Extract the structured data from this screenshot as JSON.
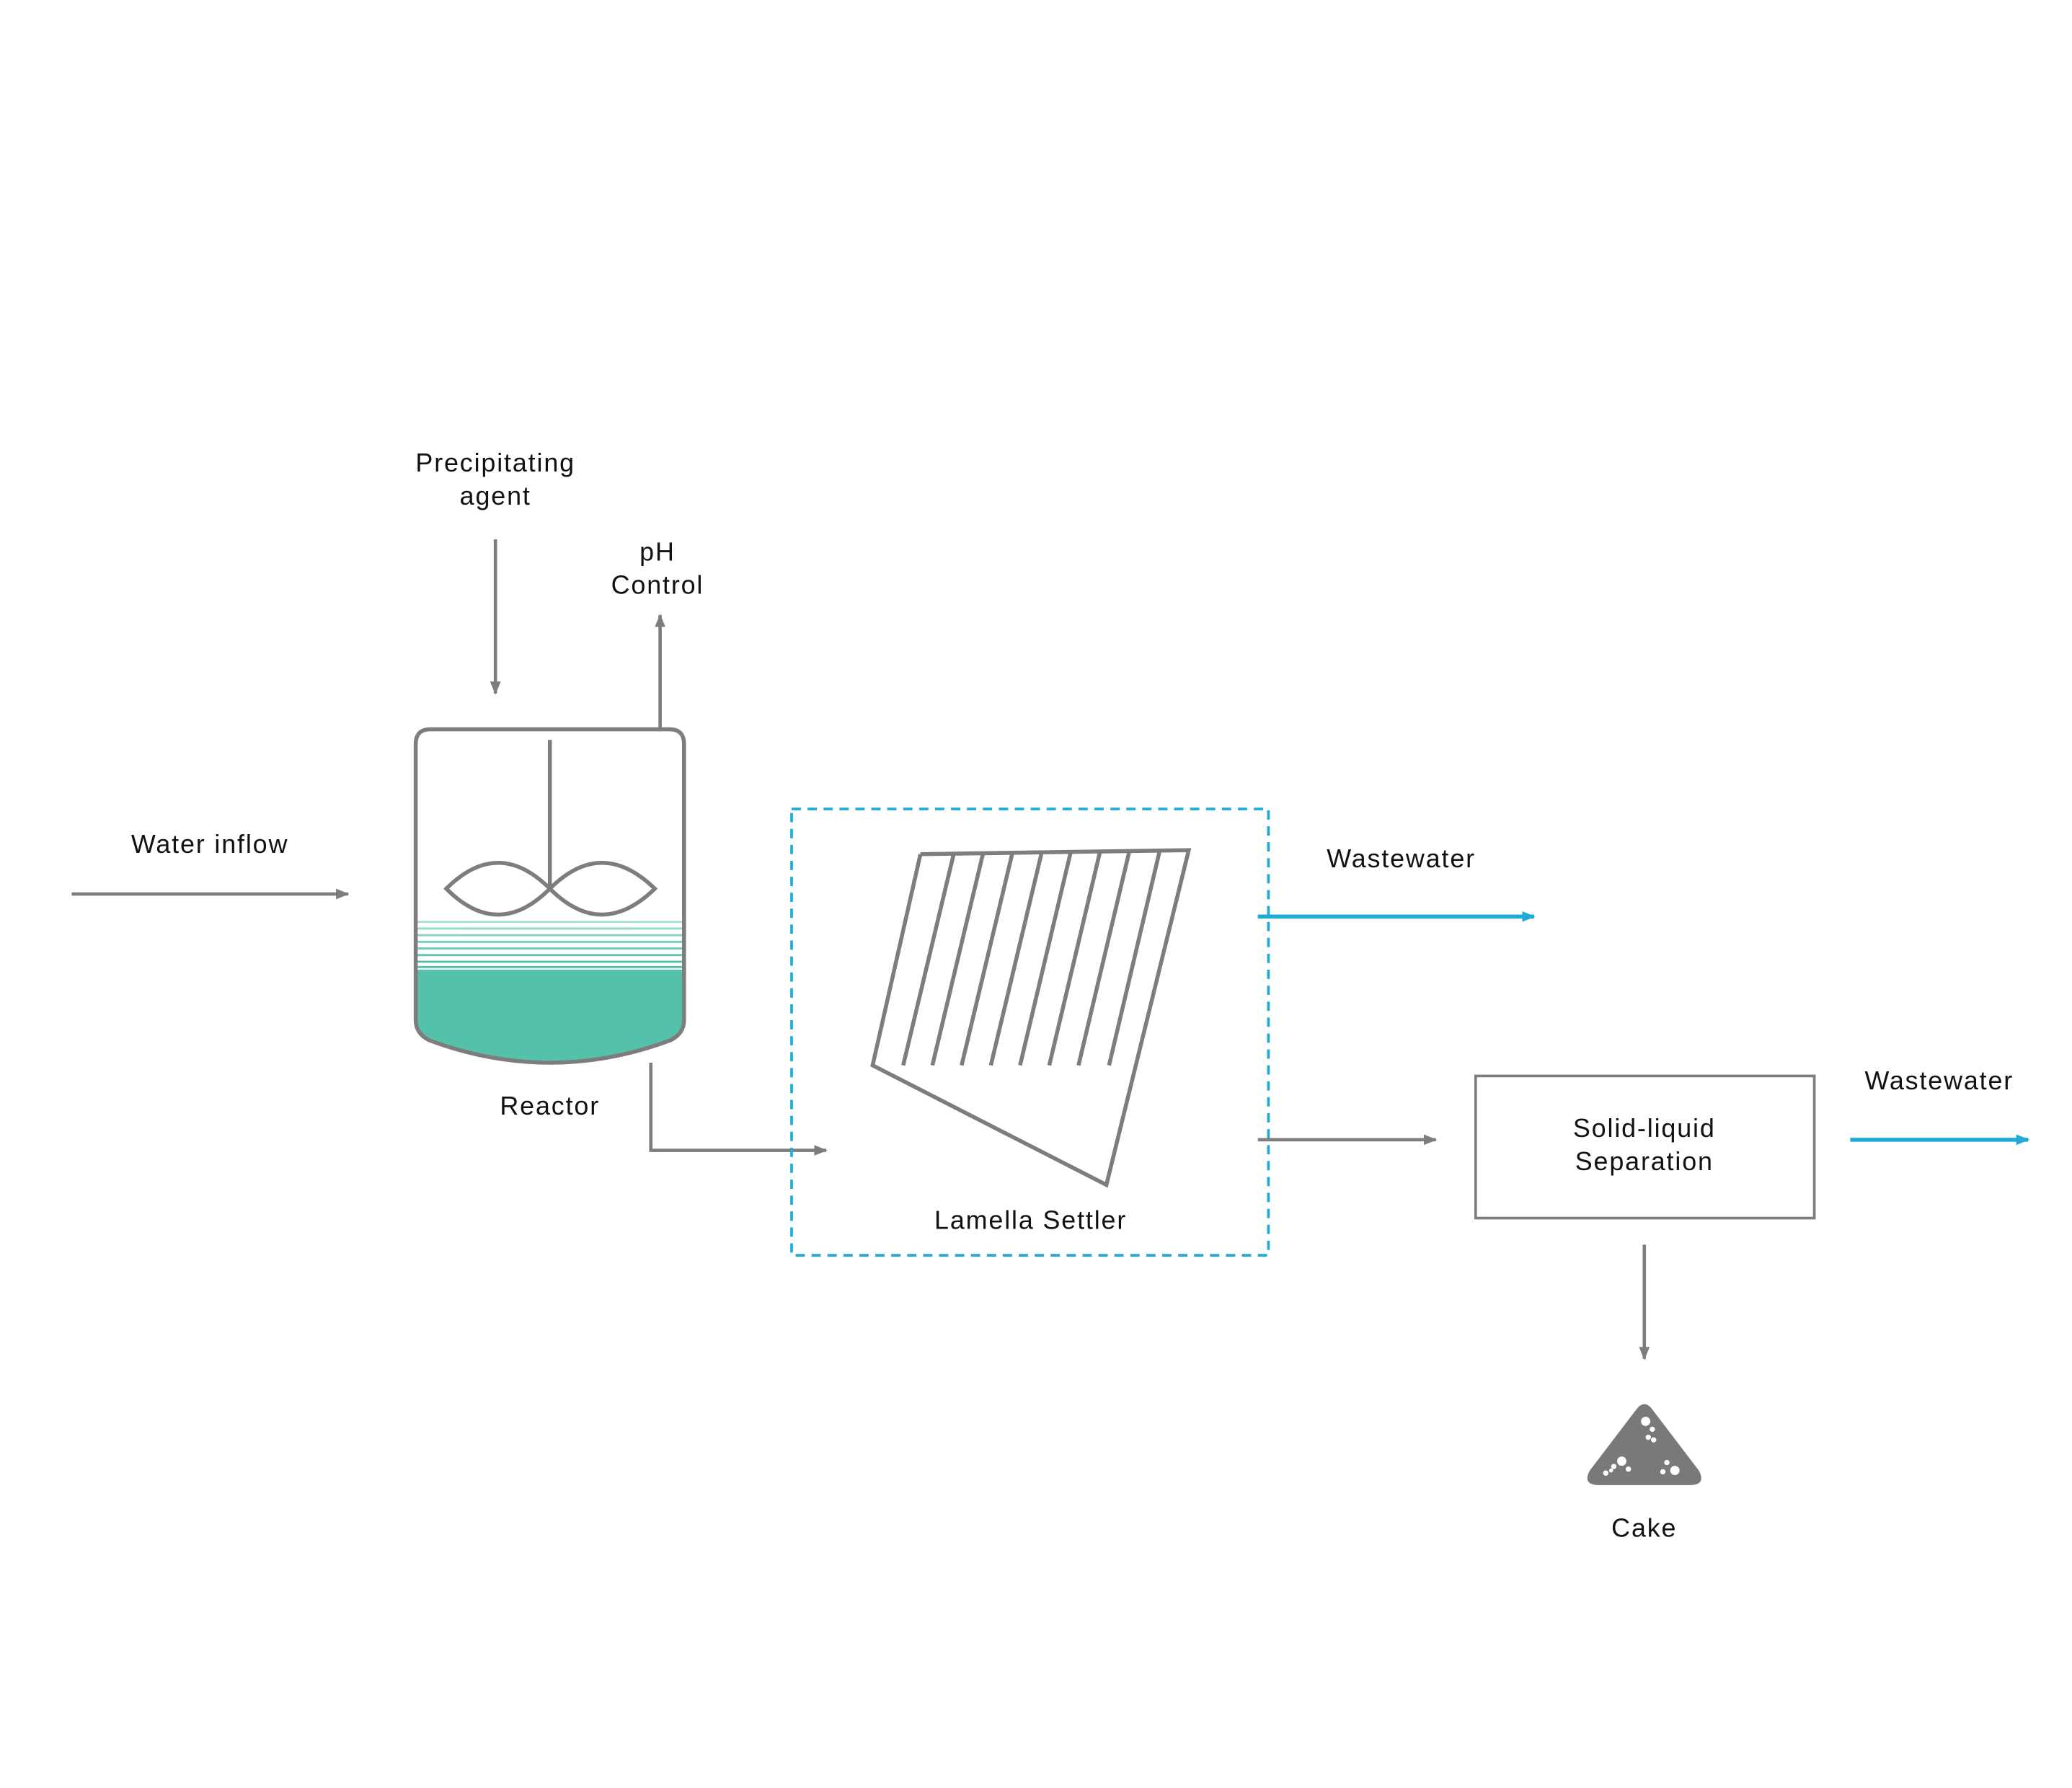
{
  "labels": {
    "precipitating_agent_line1": "Precipitating",
    "precipitating_agent_line2": "agent",
    "ph_control_line1": "pH",
    "ph_control_line2": "Control",
    "water_inflow": "Water inflow",
    "reactor": "Reactor",
    "lamella_settler": "Lamella Settler",
    "wastewater_top": "Wastewater",
    "wastewater_right": "Wastewater",
    "separation_line1": "Solid-liquid",
    "separation_line2": "Separation",
    "cake": "Cake"
  },
  "colors": {
    "line_gray": "#7f7c7d",
    "accent_blue": "#1eabd6",
    "liquid_teal": "#54c1ab"
  },
  "icons": {
    "reactor": "stirred-tank-reactor-icon",
    "settler": "lamella-settler-icon",
    "cake": "cake-pile-icon"
  }
}
